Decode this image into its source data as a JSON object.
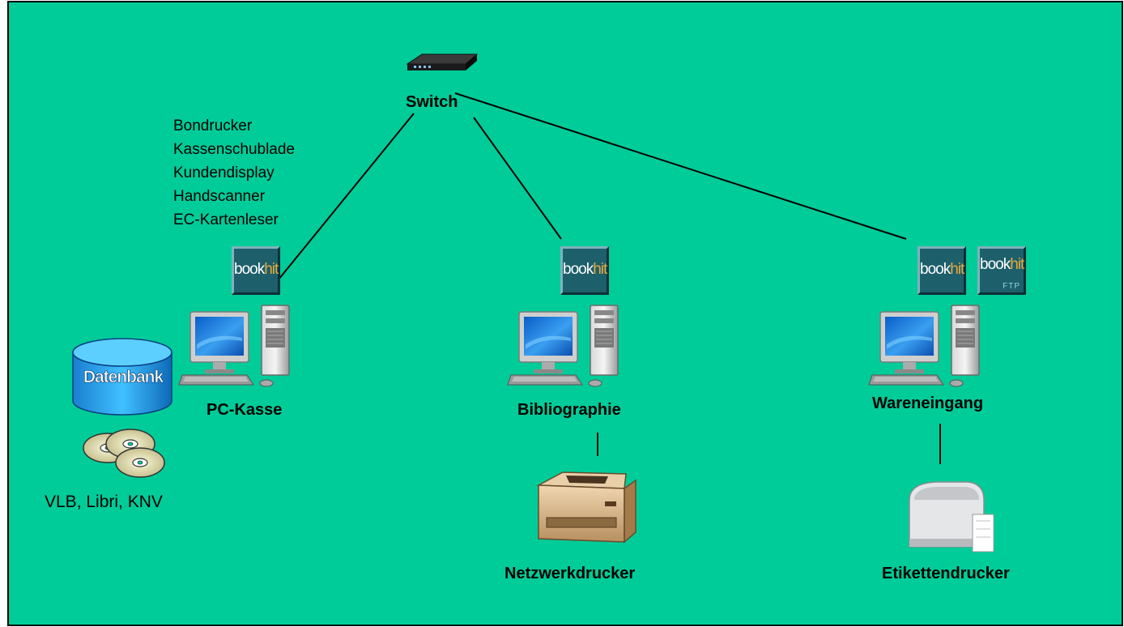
{
  "nodes": {
    "switch": "Switch",
    "pc_kasse": "PC-Kasse",
    "bibliographie": "Bibliographie",
    "wareneingang": "Wareneingang",
    "netzwerkdrucker": "Netzwerkdrucker",
    "etikettendrucker": "Etikettendrucker"
  },
  "peripherals": [
    "Bondrucker",
    "Kassenschublade",
    "Kundendisplay",
    "Handscanner",
    "EC-Kartenleser"
  ],
  "database": {
    "label": "Datenbank",
    "sources": "VLB, Libri, KNV"
  },
  "logos": {
    "book": "book",
    "hit": "hit",
    "ftp": "FTP"
  },
  "colors": {
    "background": "#00cc99",
    "logo_bg": "#1d5f6b",
    "logo_accent": "#e8a83a",
    "database": "#1aa6e6"
  }
}
